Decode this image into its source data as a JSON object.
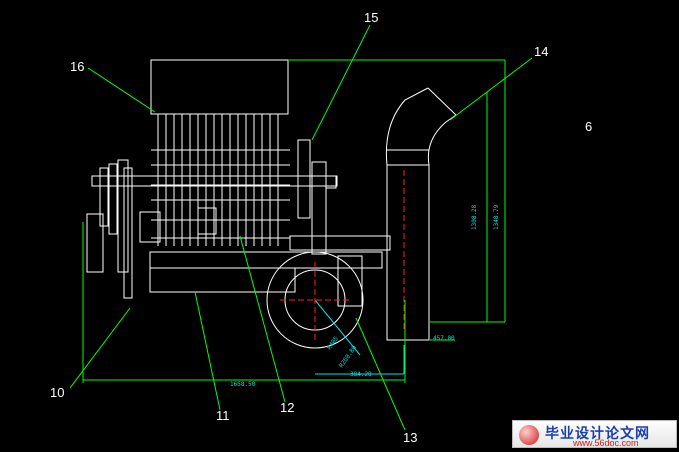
{
  "labels": {
    "l6": "6",
    "l10": "10",
    "l11": "11",
    "l12": "12",
    "l13": "13",
    "l14": "14",
    "l15": "15",
    "l16": "16"
  },
  "dimensions": {
    "overall_length": "1658.50",
    "pipe_height_a": "1308.28",
    "pipe_height_b": "1348.79",
    "pipe_offset": "457.00",
    "roller_dia_a": "R405",
    "roller_dia_b": "R260.80",
    "roller_offset": "384.28"
  },
  "watermark": {
    "title": "毕业设计论文网",
    "url": "www.56doc.com"
  },
  "colors": {
    "outline": "#ffffff",
    "leader": "#00ff00",
    "dimension": "#00e0e0",
    "centerline": "#ff2020"
  }
}
